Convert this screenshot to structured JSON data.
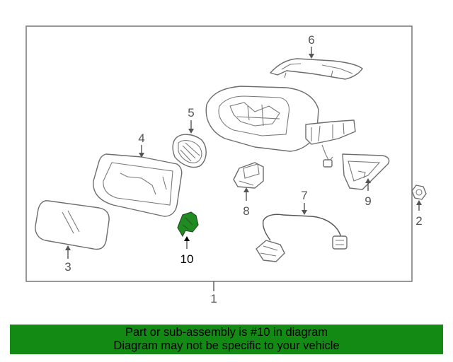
{
  "diagram": {
    "callouts": [
      {
        "id": "1",
        "label": "1"
      },
      {
        "id": "2",
        "label": "2"
      },
      {
        "id": "3",
        "label": "3"
      },
      {
        "id": "4",
        "label": "4"
      },
      {
        "id": "5",
        "label": "5"
      },
      {
        "id": "6",
        "label": "6"
      },
      {
        "id": "7",
        "label": "7"
      },
      {
        "id": "8",
        "label": "8"
      },
      {
        "id": "9",
        "label": "9"
      },
      {
        "id": "10",
        "label": "10"
      }
    ],
    "highlighted_part": "10",
    "highlight_color": "#1e8c1e"
  },
  "banner": {
    "line1": "Part or sub-assembly is #10 in diagram",
    "line2": "Diagram may not be specific to your vehicle",
    "background": "#138a13"
  }
}
